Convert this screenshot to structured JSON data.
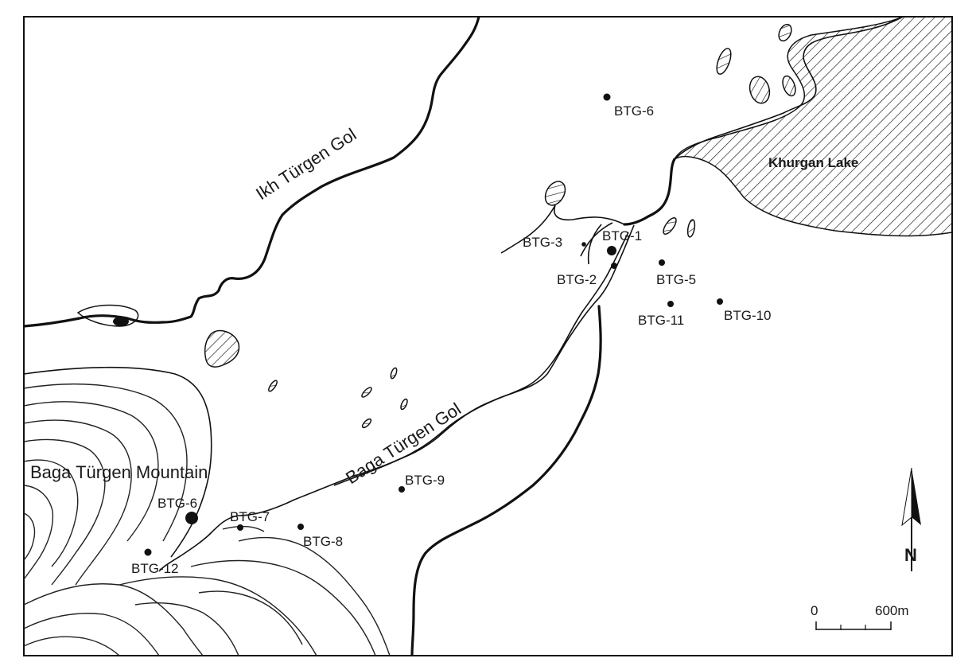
{
  "map": {
    "features": {
      "river_north": "Ikh Türgen Gol",
      "river_south": "Baga Türgen Gol",
      "lake": "Khurgan Lake",
      "mountain": "Baga Türgen Mountain"
    },
    "sites": [
      {
        "id": "btg6-north",
        "label": "BTG-6",
        "marker": "small"
      },
      {
        "id": "btg3",
        "label": "BTG-3",
        "marker": "small"
      },
      {
        "id": "btg1",
        "label": "BTG-1",
        "marker": "large"
      },
      {
        "id": "btg2",
        "label": "BTG-2",
        "marker": "small"
      },
      {
        "id": "btg5",
        "label": "BTG-5",
        "marker": "small"
      },
      {
        "id": "btg11",
        "label": "BTG-11",
        "marker": "small"
      },
      {
        "id": "btg10",
        "label": "BTG-10",
        "marker": "small"
      },
      {
        "id": "btg9",
        "label": "BTG-9",
        "marker": "small"
      },
      {
        "id": "btg6-south",
        "label": "BTG-6",
        "marker": "large"
      },
      {
        "id": "btg7",
        "label": "BTG-7",
        "marker": "small"
      },
      {
        "id": "btg8",
        "label": "BTG-8",
        "marker": "small"
      },
      {
        "id": "btg12",
        "label": "BTG-12",
        "marker": "small"
      }
    ],
    "north_arrow": "N",
    "scale_bar": {
      "start": "0",
      "end": "600m"
    }
  }
}
